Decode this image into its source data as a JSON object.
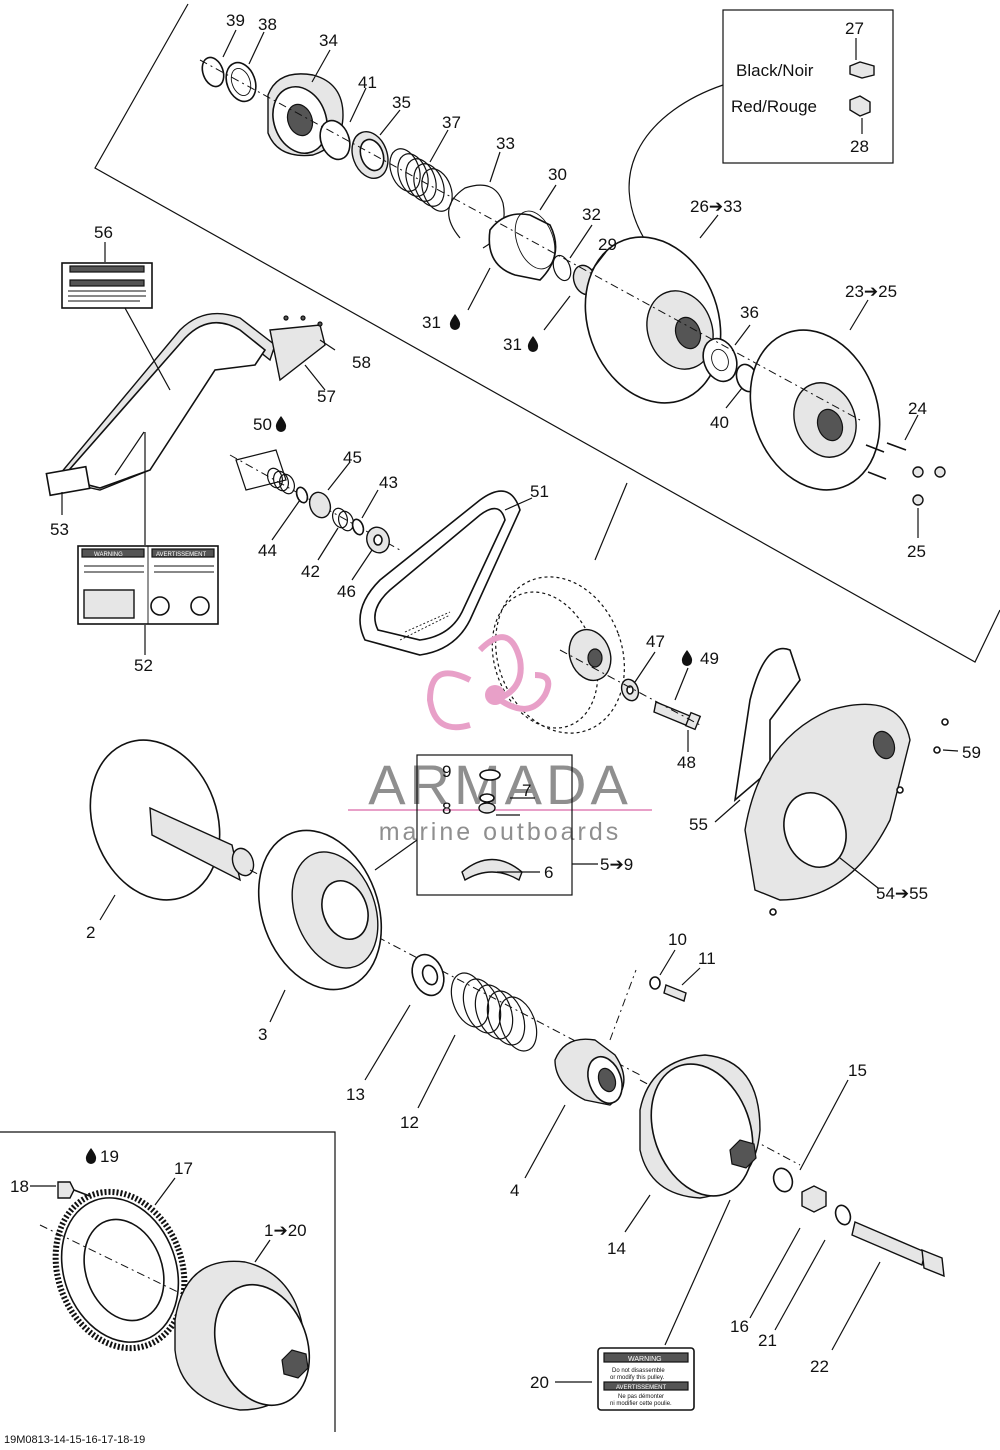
{
  "callouts": {
    "c1": "39",
    "c2": "38",
    "c3": "34",
    "c4": "41",
    "c5": "35",
    "c6": "37",
    "c7": "33",
    "c8": "30",
    "c9": "32",
    "c10": "29",
    "c11": "31",
    "c12": "31",
    "c13": "26➔33",
    "c14": "23➔25",
    "c15": "36",
    "c16": "40",
    "c17": "24",
    "c18": "25",
    "c19": "27",
    "c20": "28",
    "c21": "56",
    "c22": "58",
    "c23": "57",
    "c24": "53",
    "c25": "50",
    "c26": "45",
    "c27": "43",
    "c28": "44",
    "c29": "42",
    "c30": "46",
    "c31": "51",
    "c32": "52",
    "c33": "47",
    "c34": "49",
    "c35": "48",
    "c36": "59",
    "c37": "55",
    "c38": "54➔55",
    "c39": "2",
    "c40": "3",
    "c41": "9",
    "c42": "7",
    "c43": "8",
    "c44": "6",
    "c45": "5➔9",
    "c46": "10",
    "c47": "11",
    "c48": "13",
    "c49": "12",
    "c50": "4",
    "c51": "15",
    "c52": "14",
    "c53": "16",
    "c54": "21",
    "c55": "22",
    "c56": "19",
    "c57": "18",
    "c58": "17",
    "c59": "1➔20",
    "c60": "20"
  },
  "inset_labels": {
    "black": "Black/Noir",
    "red": "Red/Rouge"
  },
  "watermark": {
    "title": "ARMADA",
    "subtitle": "marine outboards",
    "color": "#e8a0c8"
  },
  "labels_text": {
    "warning": "WARNING",
    "avertissement": "AVERTISSEMENT",
    "sticker20_line1": "Do not disassemble",
    "sticker20_line2": "or modify this pulley.",
    "sticker20_line3": "Ne pas démonter",
    "sticker20_line4": "ni modifier cette poulie."
  },
  "doc_code": "19M0813-14-15-16-17-18-19"
}
